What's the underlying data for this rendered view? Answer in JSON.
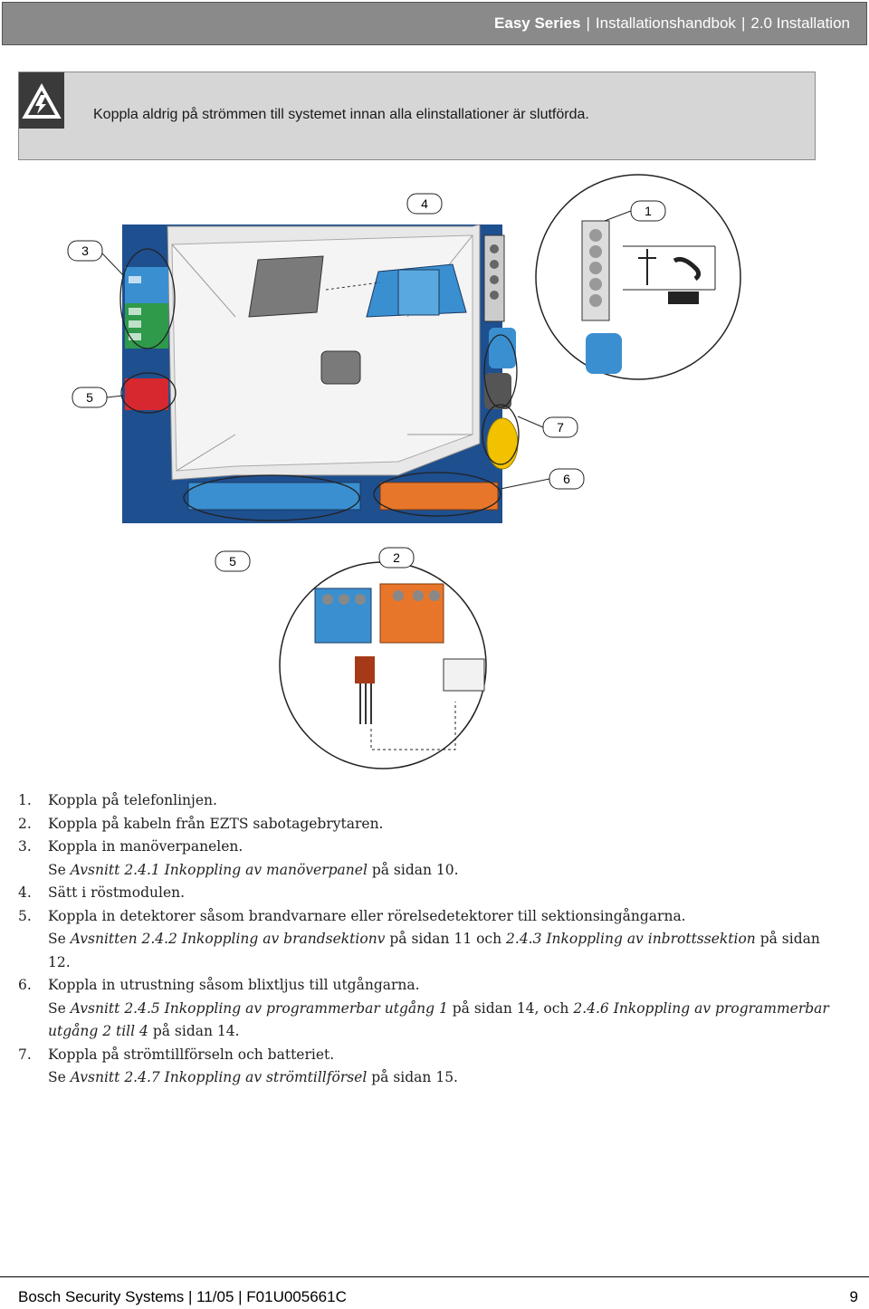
{
  "header": {
    "series": "Easy Series",
    "book": "Installationshandbok",
    "section": "2.0 Installation",
    "separator": "|"
  },
  "warning": {
    "icon": "electrical-hazard-icon",
    "text": "Koppla aldrig på strömmen till systemet innan alla elinstallationer är slutförda."
  },
  "diagram": {
    "callouts": [
      "4",
      "1",
      "3",
      "5",
      "7",
      "6",
      "5",
      "2"
    ],
    "colors": {
      "board": "#1e4f8f",
      "terminal_blue": "#3a8fd0",
      "terminal_orange": "#e8762a",
      "terminal_green": "#2e9a4a",
      "terminal_red": "#d8282f",
      "yellow_cap": "#f2c100"
    }
  },
  "steps": [
    {
      "num": "1.",
      "text": "Koppla på telefonlinjen."
    },
    {
      "num": "2.",
      "text": "Koppla på kabeln från EZTS sabotagebrytaren."
    },
    {
      "num": "3.",
      "text": "Koppla in manöverpanelen.",
      "ref": {
        "pre": "Se ",
        "italic1": "Avsnitt 2.4.1 Inkoppling av manöverpanel",
        "mid": " på sidan 10.",
        "italic2": "",
        "post": ""
      }
    },
    {
      "num": "4.",
      "text": "Sätt i röstmodulen."
    },
    {
      "num": "5.",
      "text": "Koppla in detektorer såsom brandvarnare eller rörelsedetektorer till sektionsingångarna.",
      "ref": {
        "pre": "Se ",
        "italic1": "Avsnitten 2.4.2 Inkoppling av brandsektionv",
        "mid": " på sidan 11 och ",
        "italic2": "2.4.3 Inkoppling av inbrottssektion",
        "post": " på sidan 12."
      }
    },
    {
      "num": "6.",
      "text": "Koppla in utrustning såsom blixtljus till utgångarna.",
      "ref": {
        "pre": "Se ",
        "italic1": "Avsnitt 2.4.5 Inkoppling av programmerbar utgång 1",
        "mid": " på sidan 14, och ",
        "italic2": "2.4.6 Inkoppling av programmerbar utgång 2 till 4",
        "post": " på sidan 14."
      }
    },
    {
      "num": "7.",
      "text": "Koppla på strömtillförseln och batteriet.",
      "ref": {
        "pre": "Se ",
        "italic1": "Avsnitt 2.4.7 Inkoppling av strömtillförsel",
        "mid": " på sidan 15.",
        "italic2": "",
        "post": ""
      }
    }
  ],
  "footer": {
    "left": "Bosch Security Systems | 11/05 | F01U005661C",
    "page": "9"
  }
}
